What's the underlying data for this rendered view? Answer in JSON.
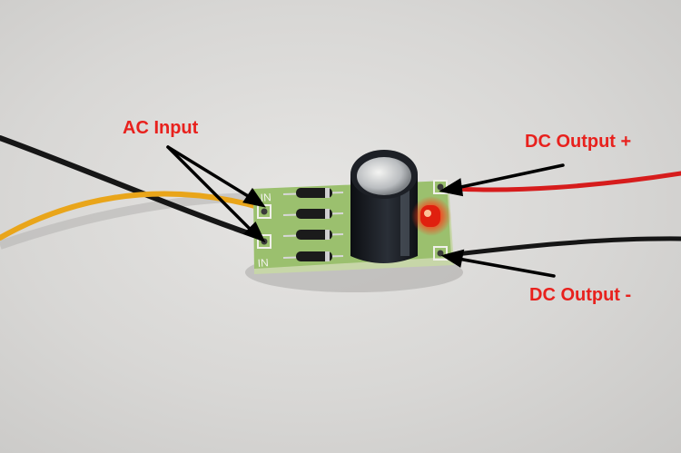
{
  "photo": {
    "subject": "pcb-rectifier-module",
    "colors": {
      "background": "#d9d8d6",
      "pcb": "#9bc06e",
      "wire_yellow": "#e9a51a",
      "wire_black": "#1b1b1b",
      "wire_red": "#d61c1c",
      "led_red": "#ff2a12",
      "capacitor": "#1a1d22",
      "label": "#e8211d"
    }
  },
  "labels": {
    "ac_input": "AC Input",
    "dc_output_pos": "DC Output +",
    "dc_output_neg": "DC Output -"
  },
  "board": {
    "pad_label_top": "IN",
    "pad_label_bottom": "IN"
  }
}
